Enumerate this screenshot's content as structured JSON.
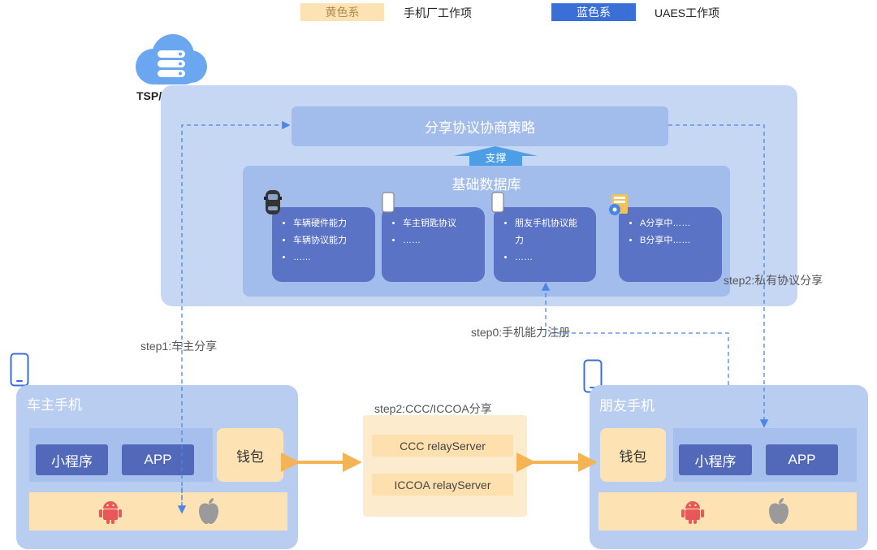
{
  "legend": {
    "yellow_label": "黄色系",
    "yellow_desc": "手机厂工作项",
    "blue_label": "蓝色系",
    "blue_desc": "UAES工作项"
  },
  "tsp": {
    "title": "TSP/DKS",
    "strategy": "分享协议协商策略",
    "support": "支撑",
    "db_title": "基础数据库",
    "cards": [
      {
        "items": [
          "车辆硬件能力",
          "车辆协议能力",
          "……"
        ]
      },
      {
        "items": [
          "车主钥匙协议",
          "……"
        ]
      },
      {
        "items": [
          "朋友手机协议能力",
          "……"
        ]
      },
      {
        "items": [
          "A分享中……",
          "B分享中……"
        ]
      }
    ]
  },
  "steps": {
    "step0": "step0:手机能力注册",
    "step1": "step1:车主分享",
    "step2_private": "step2:私有协议分享",
    "step2_ccc": "step2:CCC/ICCOA分享"
  },
  "owner_phone": {
    "title": "车主手机",
    "mini_program": "小程序",
    "app": "APP",
    "wallet": "钱包"
  },
  "friend_phone": {
    "title": "朋友手机",
    "mini_program": "小程序",
    "app": "APP",
    "wallet": "钱包"
  },
  "relay": {
    "ccc": "CCC relayServer",
    "iccoa": "ICCOA relayServer"
  },
  "colors": {
    "blue_dark": "#5268b8",
    "blue_light": "#b9cdf1",
    "yellow": "#fde3b4",
    "arrow_orange": "#f5b453",
    "dash_blue": "#4a86e8"
  }
}
